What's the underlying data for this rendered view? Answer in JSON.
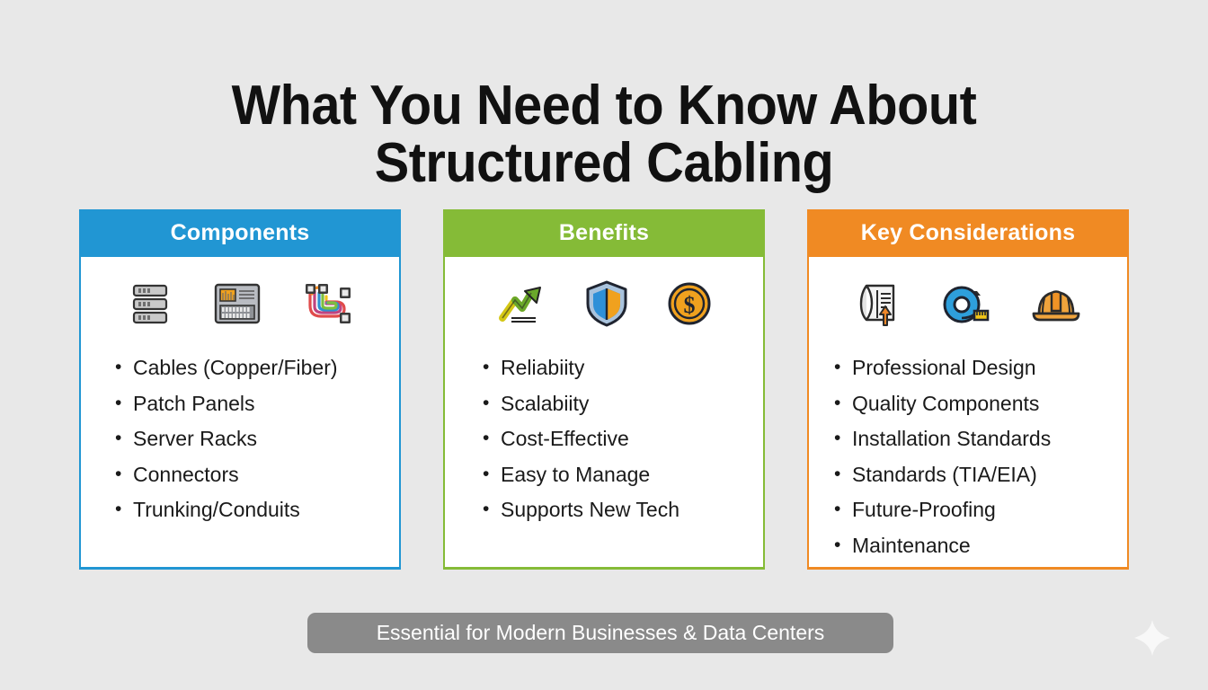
{
  "page": {
    "background_color": "#e8e8e8",
    "title_lines": [
      "What You Need to Know About",
      "Structured Cabling"
    ]
  },
  "cards": [
    {
      "id": "components",
      "header": "Components",
      "accent_color": "#2196d3",
      "icons": [
        "server-rack-icon",
        "patch-panel-icon",
        "network-cables-icon"
      ],
      "items": [
        "Cables (Copper/Fiber)",
        "Patch Panels",
        "Server Racks",
        "Connectors",
        "Trunking/Conduits"
      ]
    },
    {
      "id": "benefits",
      "header": "Benefits",
      "accent_color": "#85bb37",
      "icons": [
        "growth-arrow-icon",
        "shield-icon",
        "dollar-coin-icon"
      ],
      "items": [
        "Reliabiity",
        "Scalabiity",
        "Cost-Effective",
        "Easy to Manage",
        "Supports New Tech"
      ]
    },
    {
      "id": "key-considerations",
      "header": "Key Considerations",
      "accent_color": "#f08a23",
      "icons": [
        "blueprint-icon",
        "tape-measure-icon",
        "hard-hat-icon"
      ],
      "items": [
        "Professional Design",
        "Quality Components",
        "Installation Standards",
        "Standards (TIA/EIA)",
        "Future-Proofing",
        "Maintenance"
      ]
    }
  ],
  "footer": {
    "banner_text": "Essential for Modern Businesses & Data Centers",
    "banner_color": "#8a8a8a"
  },
  "decoration": {
    "sparkle": "sparkle-icon"
  }
}
